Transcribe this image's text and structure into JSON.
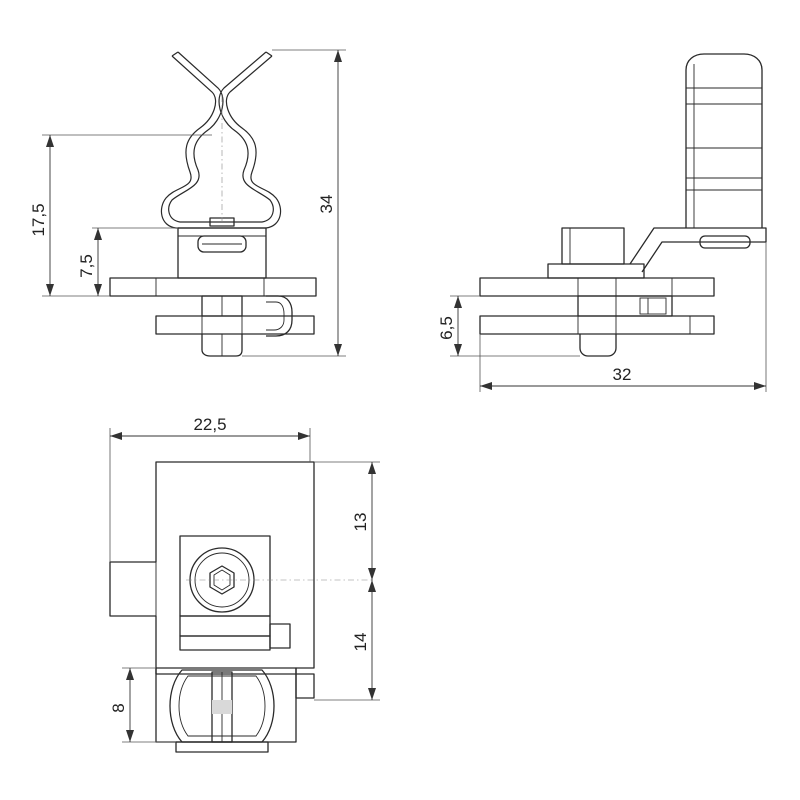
{
  "dimensions": {
    "front_height_upper": "17,5",
    "front_height_lower": "7,5",
    "front_total_height": "34",
    "side_plate_gap": "6,5",
    "side_width": "32",
    "top_width": "22,5",
    "top_upper_depth": "13",
    "top_lower_depth": "14",
    "top_clip_depth": "8"
  }
}
